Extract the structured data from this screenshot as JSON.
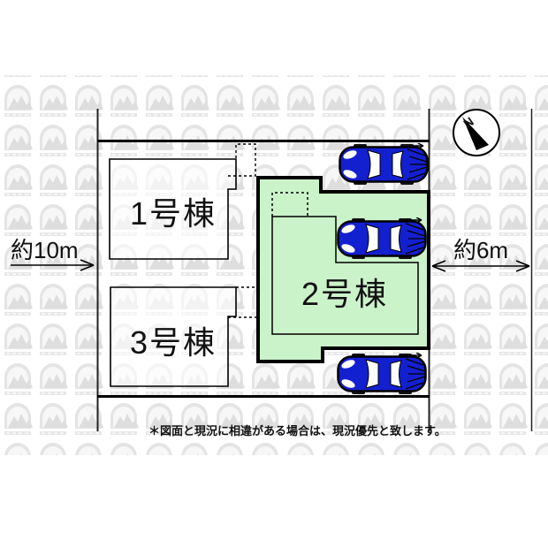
{
  "plan": {
    "type": "real-estate-site-plan",
    "buildings": [
      {
        "id": "1",
        "label": "1号棟"
      },
      {
        "id": "2",
        "label": "2号棟"
      },
      {
        "id": "3",
        "label": "3号棟"
      }
    ],
    "dimensions": {
      "left_road_width": "約10m",
      "right_road_width": "約6m"
    },
    "compass": {
      "north_label": "N"
    },
    "disclaimer": "＊図面と現況に相違がある場合は、現況優先と致します。",
    "cars_count": 3,
    "colors": {
      "lot2_fill": "#cbf3ca",
      "car_body": "#1320cf",
      "line": "#000000",
      "watermark_gray": "#e9e9e9"
    }
  }
}
